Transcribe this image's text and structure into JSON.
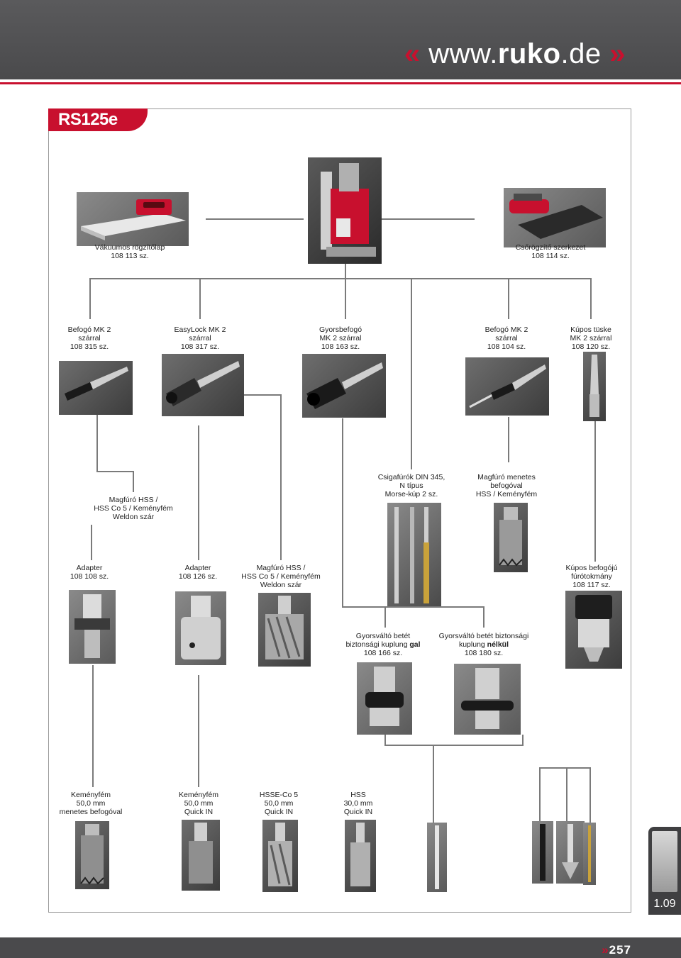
{
  "header": {
    "url_prefix": "www.",
    "url_brand": "ruko",
    "url_suffix": ".de",
    "quote_left": "«",
    "quote_right": "»"
  },
  "model": "RS125e",
  "labels": {
    "vacuum_line1": "Vákuumos rögzítőlap",
    "vacuum_line2": "108 113 sz.",
    "chip_line1": "Csőrögzítő szerkezet",
    "chip_line2": "108 114 sz.",
    "r1_1_line1": "Befogó MK 2",
    "r1_1_line2": "szárral",
    "r1_1_line3": "108 315 sz.",
    "r1_2_line1": "EasyLock MK 2",
    "r1_2_line2": "szárral",
    "r1_2_line3": "108 317 sz.",
    "r1_3_line1": "Gyorsbefogó",
    "r1_3_line2": "MK 2 szárral",
    "r1_3_line3": "108 163 sz.",
    "r1_4_line1": "Befogó MK 2",
    "r1_4_line2": "szárral",
    "r1_4_line3": "108 104 sz.",
    "r1_5_line1": "Kúpos tüske",
    "r1_5_line2": "MK 2 szárral",
    "r1_5_line3": "108 120 sz.",
    "weldon_line1": "Magfúró HSS /",
    "weldon_line2": "HSS Co 5 / Keményfém",
    "weldon_line3": "Weldon szár",
    "twist_line1": "Csigafúrók DIN 345,",
    "twist_line2": "N típus",
    "twist_line3": "Morse-kúp 2 sz.",
    "threaded_line1": "Magfúró menetes",
    "threaded_line2": "befogóval",
    "threaded_line3": "HSS / Keményfém",
    "adapter108_line1": "Adapter",
    "adapter108_line2": "108 108 sz.",
    "adapter126_line1": "Adapter",
    "adapter126_line2": "108 126 sz.",
    "weldon2_line1": "Magfúró HSS /",
    "weldon2_line2": "HSS Co 5 / Keményfém",
    "weldon2_line3": "Weldon szár",
    "chuck_line1": "Kúpos befogójú",
    "chuck_line2": "fúrótokmány",
    "chuck_line3": "108 117 sz.",
    "qc_gal_line1": "Gyorsváltó betét",
    "qc_gal_line2a": "biztonsági kuplung ",
    "qc_gal_line2b": "gal",
    "qc_gal_line3": "108 166 sz.",
    "qc_nel_line1": "Gyorsváltó betét biztonsági",
    "qc_nel_line2a": "kuplung ",
    "qc_nel_line2b": "nélkül",
    "qc_nel_line3": "108 180 sz.",
    "b1_line1": "Keményfém",
    "b1_line2": "50,0 mm",
    "b1_line3": "menetes befogóval",
    "b2_line1": "Keményfém",
    "b2_line2": "50,0 mm",
    "b2_line3": "Quick IN",
    "b3_line1": "HSSE-Co 5",
    "b3_line2": "50,0 mm",
    "b3_line3": "Quick IN",
    "b4_line1": "HSS",
    "b4_line2": "30,0 mm",
    "b4_line3": "Quick IN"
  },
  "side_tab": {
    "section": "1.09"
  },
  "footer": {
    "arrow": "»",
    "page": "257"
  },
  "colors": {
    "brand_red": "#c8102e",
    "header_gray": "#4a4a4c"
  }
}
